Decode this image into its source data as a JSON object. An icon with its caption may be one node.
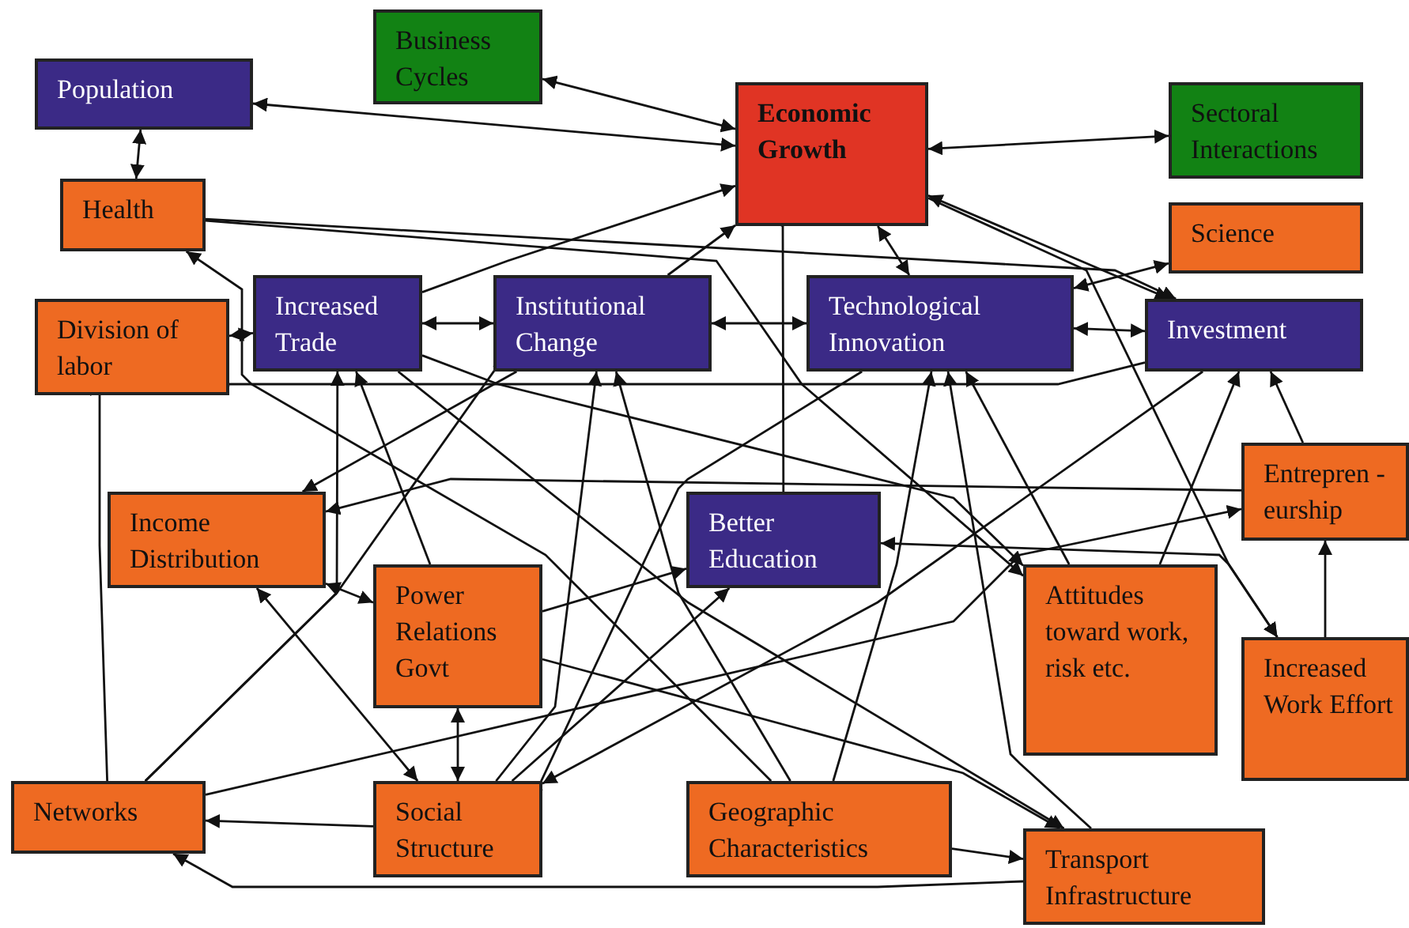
{
  "diagram": {
    "nodes": [
      {
        "text": [
          "Business Cycles"
        ]
      },
      {
        "text": [
          "Population"
        ]
      },
      {
        "text": [
          "Economic Growth"
        ]
      },
      {
        "text": [
          "Sectoral Interactions"
        ]
      },
      {
        "text": [
          "Health"
        ]
      },
      {
        "text": [
          "Science"
        ]
      },
      {
        "text": [
          "Division of labor"
        ]
      },
      {
        "text": [
          "Increased Trade"
        ]
      },
      {
        "text": [
          "Institutional Change"
        ]
      },
      {
        "text": [
          "Technological Innovation"
        ]
      },
      {
        "text": [
          "Investment"
        ]
      },
      {
        "text": [
          "Entrepren -eurship"
        ]
      },
      {
        "text": [
          "Income Distribution"
        ]
      },
      {
        "text": [
          "Better Education"
        ]
      },
      {
        "text": [
          "Power Relations Govt"
        ]
      },
      {
        "text": [
          "Attitudes toward work, risk etc."
        ]
      },
      {
        "text": [
          "Increased Work Effort"
        ]
      },
      {
        "text": [
          "Networks"
        ]
      },
      {
        "text": [
          "Social Structure"
        ]
      },
      {
        "text": [
          "Geographic Characteristics"
        ]
      },
      {
        "text": [
          "Transport Infrastructure"
        ]
      }
    ],
    "edges": [
      {
        "from": 2,
        "to": 0,
        "arrow": "both"
      },
      {
        "from": 2,
        "to": 1,
        "arrow": "both"
      },
      {
        "from": 1,
        "to": 4,
        "arrow": "both"
      },
      {
        "from": 2,
        "to": 3,
        "arrow": "both"
      },
      {
        "from": 7,
        "to": 2,
        "arrow": "to"
      },
      {
        "from": 8,
        "to": 2,
        "arrow": "to"
      },
      {
        "from": 9,
        "to": 2,
        "arrow": "both"
      },
      {
        "from": 5,
        "to": 9,
        "arrow": "both"
      },
      {
        "from": 2,
        "to": 10,
        "arrow": "both"
      },
      {
        "from": 4,
        "to": 10,
        "arrow": "to"
      },
      {
        "from": 4,
        "to": 15,
        "arrow": "to"
      },
      {
        "from": 7,
        "to": 8,
        "arrow": "both"
      },
      {
        "from": 8,
        "to": 9,
        "arrow": "both"
      },
      {
        "from": 9,
        "to": 10,
        "arrow": "both"
      },
      {
        "from": 6,
        "to": 7,
        "arrow": "both"
      },
      {
        "from": 10,
        "to": 6,
        "arrow": "to"
      },
      {
        "from": 17,
        "to": 6,
        "arrow": "to"
      },
      {
        "from": 17,
        "to": 7,
        "arrow": "to"
      },
      {
        "from": 8,
        "to": 12,
        "arrow": "to"
      },
      {
        "from": 11,
        "to": 12,
        "arrow": "to"
      },
      {
        "from": 12,
        "to": 14,
        "arrow": "both"
      },
      {
        "from": 12,
        "to": 18,
        "arrow": "both"
      },
      {
        "from": 14,
        "to": 18,
        "arrow": "both"
      },
      {
        "from": 14,
        "to": 13,
        "arrow": "to"
      },
      {
        "from": 14,
        "to": 7,
        "arrow": "to"
      },
      {
        "from": 17,
        "to": 8,
        "arrow": "to"
      },
      {
        "from": 17,
        "to": 11,
        "arrow": "to"
      },
      {
        "from": 18,
        "to": 17,
        "arrow": "to"
      },
      {
        "from": 20,
        "to": 17,
        "arrow": "to"
      },
      {
        "from": 19,
        "to": 8,
        "arrow": "to"
      },
      {
        "from": 19,
        "to": 9,
        "arrow": "to"
      },
      {
        "from": 19,
        "to": 20,
        "arrow": "to"
      },
      {
        "from": 9,
        "to": 18,
        "arrow": "to"
      },
      {
        "from": 10,
        "to": 18,
        "arrow": "to"
      },
      {
        "from": 13,
        "to": 2,
        "arrow": "to"
      },
      {
        "from": 13,
        "to": 16,
        "arrow": "both"
      },
      {
        "from": 7,
        "to": 15,
        "arrow": "to"
      },
      {
        "from": 16,
        "to": 11,
        "arrow": "to"
      },
      {
        "from": 11,
        "to": 10,
        "arrow": "to"
      },
      {
        "from": 2,
        "to": 16,
        "arrow": "to"
      },
      {
        "from": 15,
        "to": 9,
        "arrow": "to"
      },
      {
        "from": 20,
        "to": 9,
        "arrow": "to"
      },
      {
        "from": 7,
        "to": 20,
        "arrow": "to"
      },
      {
        "from": 14,
        "to": 20,
        "arrow": "to"
      },
      {
        "from": 18,
        "to": 8,
        "arrow": "to"
      },
      {
        "from": 15,
        "to": 10,
        "arrow": "to"
      },
      {
        "from": 19,
        "to": 4,
        "arrow": "to"
      },
      {
        "from": 18,
        "to": 13,
        "arrow": "to"
      }
    ]
  }
}
